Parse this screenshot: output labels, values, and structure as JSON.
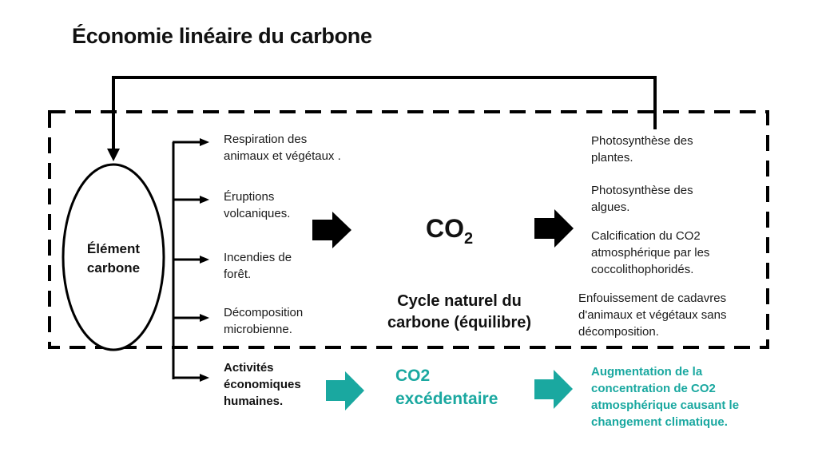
{
  "title": "Économie linéaire du carbone",
  "colors": {
    "line": "#000000",
    "accent_teal": "#1aa8a0",
    "background": "#ffffff"
  },
  "element": {
    "line1": "Élément",
    "line2": "carbone"
  },
  "sources": [
    {
      "line1": "Respiration des",
      "line2": "animaux et végétaux ."
    },
    {
      "line1": "Éruptions",
      "line2": "volcaniques."
    },
    {
      "line1": "Incendies de",
      "line2": "forêt."
    },
    {
      "line1": "Décomposition",
      "line2": "microbienne."
    }
  ],
  "human_source": {
    "line1": "Activités",
    "line2": "économiques",
    "line3": "humaines."
  },
  "co2": {
    "base": "CO",
    "subscript": "2"
  },
  "cycle_label": {
    "line1": "Cycle naturel du",
    "line2": "carbone (équilibre)"
  },
  "sinks": [
    {
      "line1": "Photosynthèse des",
      "line2": "plantes."
    },
    {
      "line1": "Photosynthèse des",
      "line2": "algues."
    },
    {
      "line1": "Calcification du CO2",
      "line2": "atmosphérique par les",
      "line3": "coccolithophoridés."
    },
    {
      "line1": "Enfouissement de cadavres",
      "line2": "d'animaux et végétaux sans",
      "line3": "décomposition."
    }
  ],
  "excess_co2": {
    "line1": "CO2",
    "line2": "excédentaire"
  },
  "impact": {
    "line1": "Augmentation de la",
    "line2": "concentration de CO2",
    "line3": "atmosphérique causant le",
    "line4": "changement climatique."
  }
}
